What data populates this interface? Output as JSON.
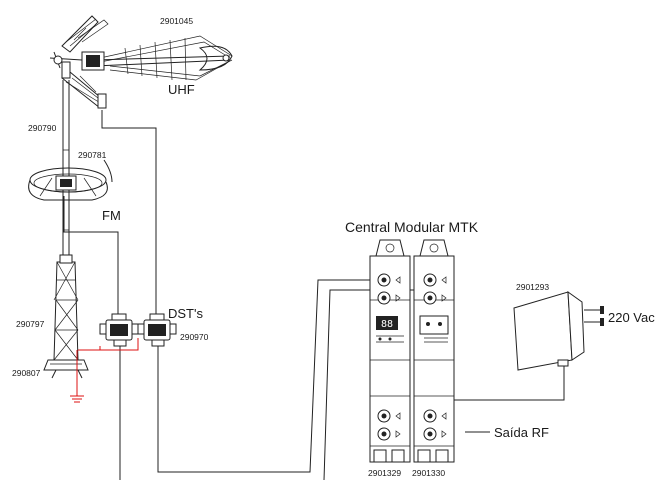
{
  "labels": {
    "uhf_part": "2901045",
    "uhf": "UHF",
    "mast_part": "290790",
    "fm_part": "290781",
    "fm": "FM",
    "tower_part": "290797",
    "base_part": "290807",
    "dst": "DST's",
    "dst_part": "290970",
    "central": "Central Modular MTK",
    "psu_part": "2901293",
    "vac": "220 Vac",
    "rf_out": "Saída RF",
    "module1_part": "2901329",
    "module2_part": "2901330"
  },
  "display": {
    "digits": "88"
  }
}
